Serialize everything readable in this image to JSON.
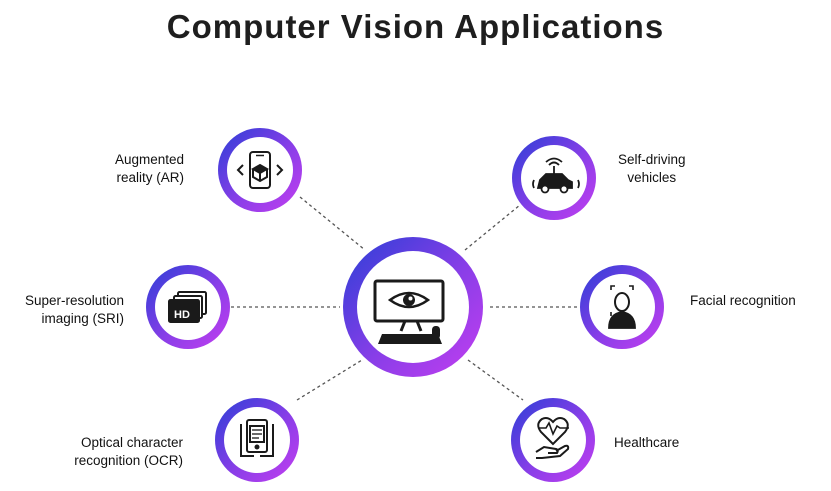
{
  "title": "Computer Vision Applications",
  "center": {
    "icon": "monitor-eye-icon"
  },
  "applications": [
    {
      "id": "ar",
      "line1": "Augmented",
      "line2": "reality (AR)",
      "icon": "ar-phone-cube-icon"
    },
    {
      "id": "sri",
      "line1": "Super-resolution",
      "line2": "imaging (SRI)",
      "icon": "hd-screens-icon"
    },
    {
      "id": "ocr",
      "line1": "Optical character",
      "line2": "recognition (OCR)",
      "icon": "ocr-document-icon"
    },
    {
      "id": "self-driving",
      "line1": "Self-driving",
      "line2": "vehicles",
      "icon": "self-driving-car-icon"
    },
    {
      "id": "facial",
      "line1": "Facial recognition",
      "line2": "",
      "icon": "face-scan-icon"
    },
    {
      "id": "healthcare",
      "line1": "Healthcare",
      "line2": "",
      "icon": "heart-hand-icon"
    }
  ],
  "colors": {
    "gradient_start": "#2b3fd6",
    "gradient_end": "#c43ef0",
    "connector": "#555555",
    "icon": "#1a1a1a"
  }
}
